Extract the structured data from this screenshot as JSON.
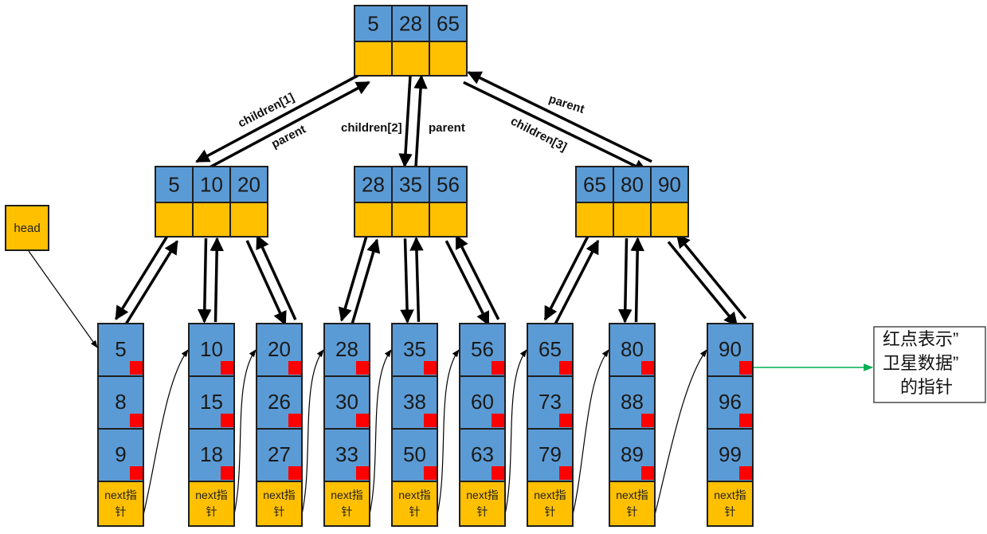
{
  "colors": {
    "key_blue": "#5B9BD5",
    "ptr_yellow": "#FFC000",
    "red_marker": "#FF0000",
    "green_arrow": "#00B050",
    "border": "#1f1f1f"
  },
  "root": {
    "keys": [
      "5",
      "28",
      "65"
    ]
  },
  "internal": [
    {
      "keys": [
        "5",
        "10",
        "20"
      ]
    },
    {
      "keys": [
        "28",
        "35",
        "56"
      ]
    },
    {
      "keys": [
        "65",
        "80",
        "90"
      ]
    }
  ],
  "leaves": [
    {
      "keys": [
        "5",
        "8",
        "9"
      ]
    },
    {
      "keys": [
        "10",
        "15",
        "18"
      ]
    },
    {
      "keys": [
        "20",
        "26",
        "27"
      ]
    },
    {
      "keys": [
        "28",
        "30",
        "33"
      ]
    },
    {
      "keys": [
        "35",
        "38",
        "50"
      ]
    },
    {
      "keys": [
        "56",
        "60",
        "63"
      ]
    },
    {
      "keys": [
        "65",
        "73",
        "79"
      ]
    },
    {
      "keys": [
        "80",
        "88",
        "89"
      ]
    },
    {
      "keys": [
        "90",
        "96",
        "99"
      ]
    }
  ],
  "next_label_line1": "next指",
  "next_label_line2": "针",
  "head_label": "head",
  "edge_labels": {
    "children1": "children[1]",
    "parent1": "parent",
    "children2": "children[2]",
    "parent2": "parent",
    "children3": "children[3]",
    "parent3": "parent"
  },
  "note_lines": [
    "红点表示”",
    "卫星数据”",
    "的指针"
  ]
}
